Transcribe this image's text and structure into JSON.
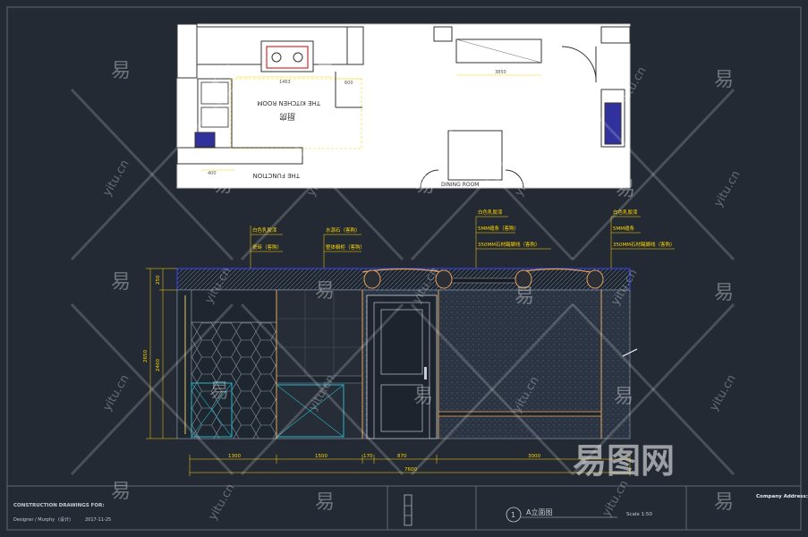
{
  "plan": {
    "kitchen_label_en": "THE KITCHEN ROOM",
    "kitchen_label_cn": "厨房",
    "function_label_en": "THE FUNCTION",
    "dining_label_en": "DINING ROOM",
    "dim_a": "1463",
    "dim_b": "600",
    "dim_c": "3850",
    "dim_d": "400"
  },
  "annotations": {
    "col1": [
      "白色乳胶漆",
      "瓷砖（客购）"
    ],
    "col2": [
      "水源石（客购）",
      "整体橱柜（客购）"
    ],
    "col3": [
      "白色乳胶漆",
      "5MM缝条（客购）",
      "350MM石材踢脚线（客购）"
    ],
    "col4": [
      "白色乳胶漆",
      "5MM缝条",
      "350MM石材踢脚线（客购）"
    ]
  },
  "dims": {
    "vertical": [
      "2650",
      "2400",
      "250"
    ],
    "horizontal": [
      "1300",
      "1500",
      "170",
      "870",
      "3000"
    ],
    "total": "7600"
  },
  "title_block": {
    "construction": "CONSTRUCTION DRAWINGS FOR:",
    "designer": "Designer / Murphy",
    "designer_cn": "(设计)",
    "date": "2017-11-25",
    "elevation_no": "1",
    "elevation_title": "A立面图",
    "scale": "Scale 1:50",
    "company": "Company Address:"
  },
  "watermark": {
    "brand": "易图网",
    "char": "易",
    "domain": "yitu.cn"
  }
}
